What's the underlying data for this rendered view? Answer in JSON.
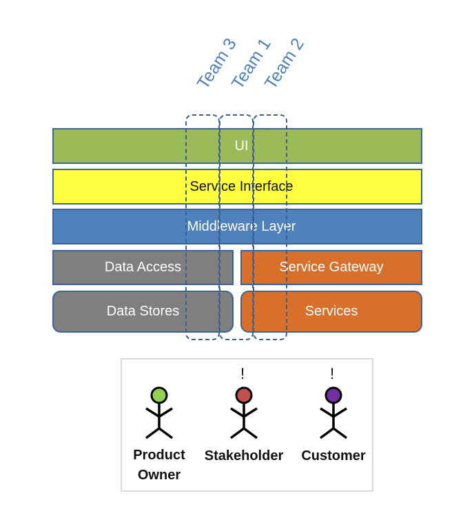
{
  "teams": [
    {
      "label": "Team 3"
    },
    {
      "label": "Team 1"
    },
    {
      "label": "Team 2"
    }
  ],
  "layers": {
    "ui": {
      "label": "UI",
      "color": "#9bbb59"
    },
    "service_interface": {
      "label": "Service Interface",
      "color": "#ffff40"
    },
    "middleware": {
      "label": "Middleware Layer",
      "color": "#4f81bd"
    },
    "data_access": {
      "label": "Data Access",
      "color": "#7f7f7f"
    },
    "data_stores": {
      "label": "Data Stores",
      "color": "#7f7f7f"
    },
    "service_gateway": {
      "label": "Service Gateway",
      "color": "#d8702b"
    },
    "services": {
      "label": "Services",
      "color": "#d8702b"
    }
  },
  "legend": {
    "people": [
      {
        "label_line1": "Product",
        "label_line2": "Owner",
        "head_color": "#92d050",
        "alert": ""
      },
      {
        "label_line1": "Stakeholder",
        "label_line2": "",
        "head_color": "#c0504d",
        "alert": "!"
      },
      {
        "label_line1": "Customer",
        "label_line2": "",
        "head_color": "#7030a0",
        "alert": "!"
      }
    ]
  }
}
